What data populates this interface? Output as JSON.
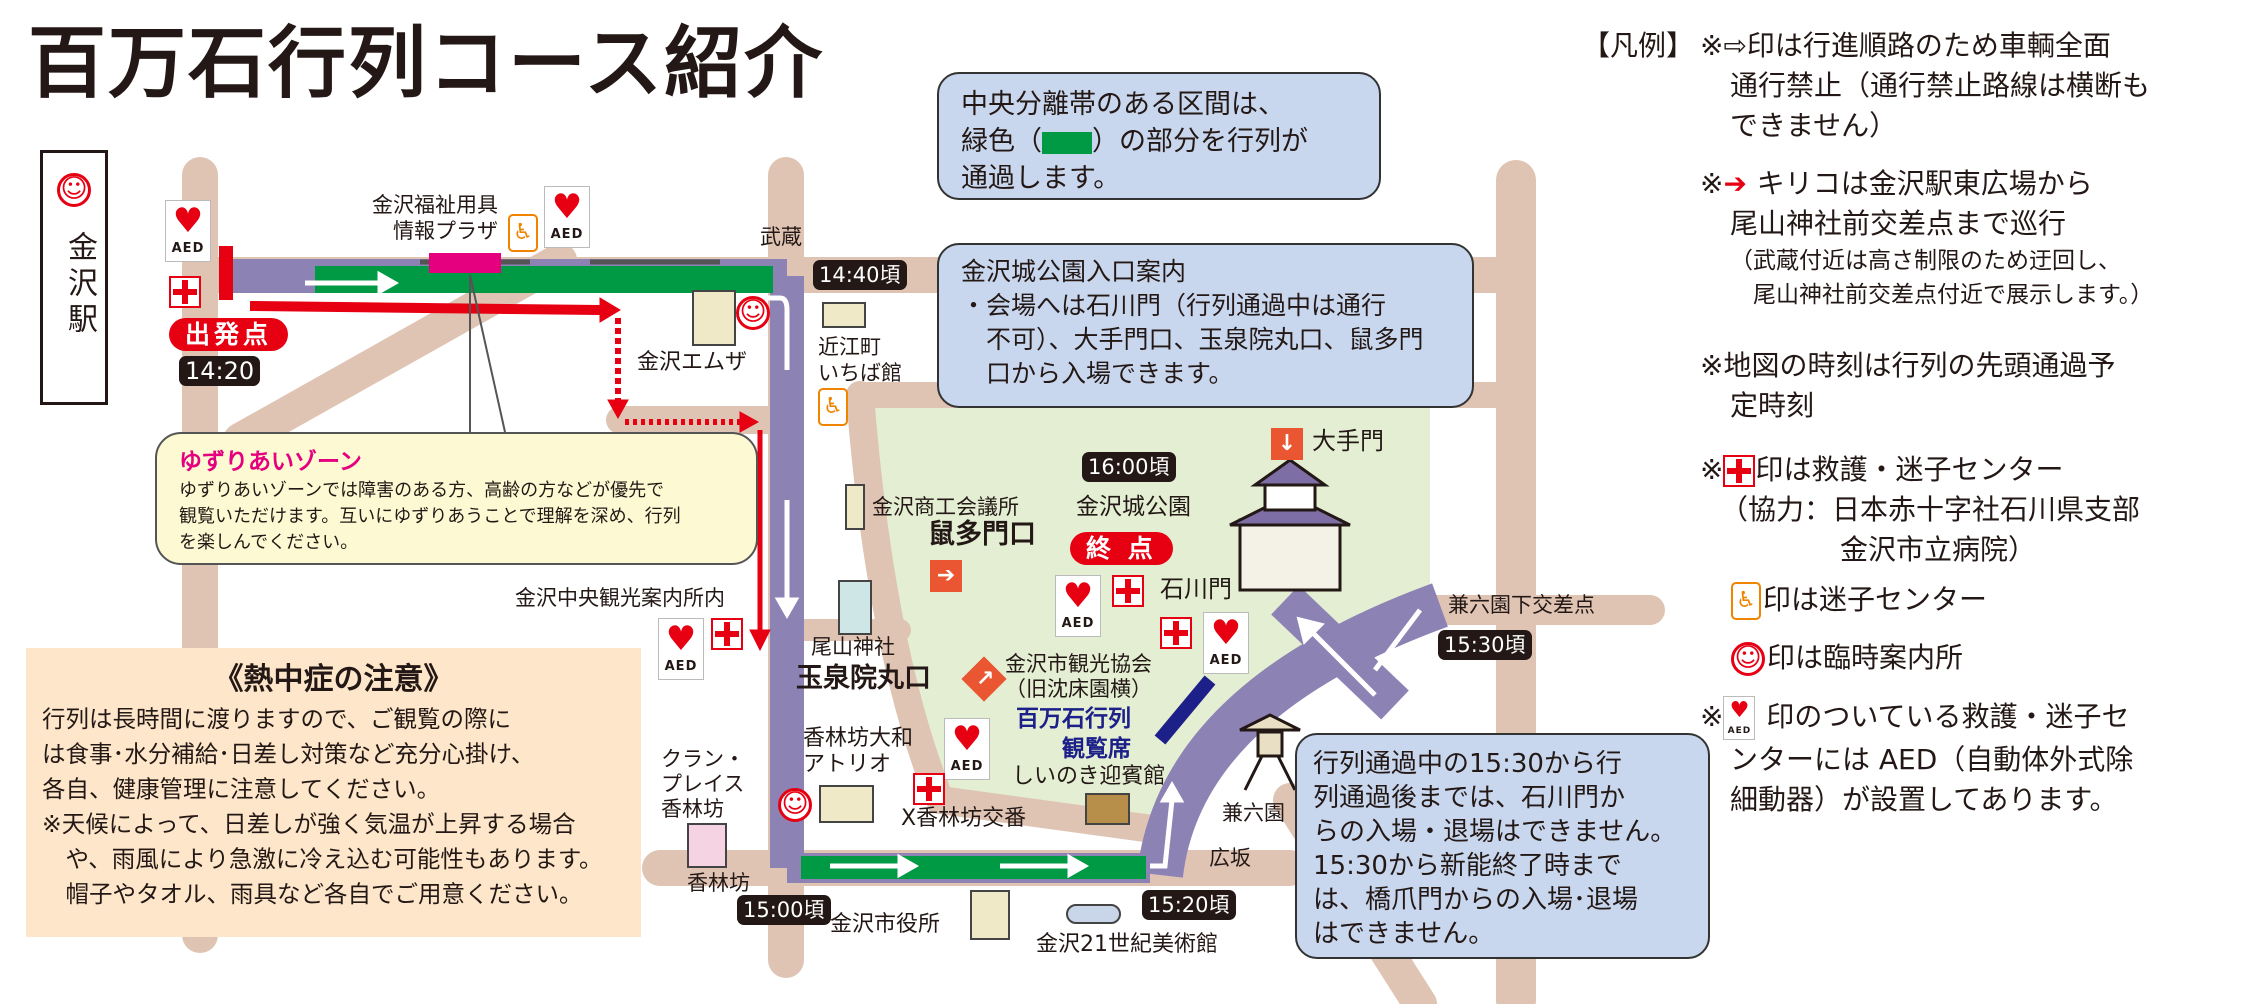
{
  "title": "百万石行列コース紹介",
  "colors": {
    "route": "#8c82b4",
    "road": "#dfc4b4",
    "median_green": "#009944",
    "kiriko_red": "#e60012",
    "park": "#e3eed3",
    "viewing_seats": "#1d2088"
  },
  "icons": {
    "aed": "aed-heart-icon",
    "first_aid": "red-cross-icon",
    "lost_child": "lost-child-center-icon",
    "info": "smiley-info-icon",
    "aed_label": "AED",
    "smile_glyph": "☺",
    "lost_glyph": "♿",
    "heart_glyph": "♥"
  },
  "station": {
    "name": "金沢駅"
  },
  "start": {
    "label": "出発点",
    "time": "14:20"
  },
  "end": {
    "label": "終 点"
  },
  "times": {
    "musashi": "14:40頃",
    "korinbo": "15:00頃",
    "hirosaka": "15:20頃",
    "kenrokuen": "15:30頃",
    "castle": "16:00頃"
  },
  "places": {
    "fukushi": [
      "金沢福祉用具",
      "情報プラザ"
    ],
    "musashi": "武蔵",
    "omicho": [
      "近江町",
      "いちば館"
    ],
    "mza": "金沢エムザ",
    "chuo_info": "金沢中央観光案内所内",
    "curan": [
      "クラン・",
      "プレイス",
      "香林坊"
    ],
    "korinbo": "香林坊",
    "shiyakusho": "金沢市役所",
    "museum21": "金沢21世紀美術館",
    "hirosaka": "広坂",
    "kenrokuen": "兼六園",
    "kenrokuen_shita": "兼六園下交差点",
    "otemon": "大手門",
    "castle_park": "金沢城公園",
    "ishikawamon": "石川門",
    "shokokaigisho": "金沢商工会議所",
    "nezumitamon": "鼠多門口",
    "oyama": "尾山神社",
    "gyokusenin": "玉泉院丸口",
    "kanko_kyokai": [
      "金沢市観光協会",
      "（旧沈床園横）"
    ],
    "seats": [
      "百万石行列",
      "観覧席"
    ],
    "daiwa": [
      "香林坊大和",
      "アトリオ"
    ],
    "koban": "X香林坊交番",
    "shiinoki": "しいのき迎賓館"
  },
  "notes": {
    "median": [
      "中央分離帯のある区間は、",
      "緑色（",
      "）の部分を行列が",
      "通過します。"
    ],
    "park_entry": [
      "金沢城公園入口案内",
      "・会場へは石川門（行列通過中は通行",
      "　不可）、大手門口、玉泉院丸口、鼠多門",
      "　口から入場できます。"
    ],
    "ishikawamon": [
      "行列通過中の15:30から行",
      "列通過後までは、石川門か",
      "らの入場・退場はできません。",
      "15:30から新能終了時まで",
      "は、橋爪門からの入場･退場",
      "はできません。"
    ]
  },
  "yuzuri": {
    "title": "ゆずりあいゾーン",
    "body": [
      "ゆずりあいゾーンでは障害のある方、高齢の方などが優先で",
      "観覧いただけます。互いにゆずりあうことで理解を深め、行列",
      "を楽しんでください。"
    ]
  },
  "heat": {
    "title": "《熱中症の注意》",
    "body": [
      "行列は長時間に渡りますので、ご観覧の際に",
      "は食事･水分補給･日差し対策など充分心掛け、",
      "各自、健康管理に注意してください。",
      "※天候によって、日差しが強く気温が上昇する場合",
      "　や、雨風により急激に冷え込む可能性もあります。",
      "　帽子やタオル、雨具など各自でご用意ください。"
    ]
  },
  "legend": {
    "heading": "【凡例】",
    "items": [
      {
        "lines": [
          "※⇨印は行進順路のため車輌全面",
          "通行禁止（通行禁止路線は横断も",
          "できません）"
        ]
      },
      {
        "lines": [
          "※",
          "キリコは金沢駅東広場から",
          "尾山神社前交差点まで巡行"
        ],
        "sub": [
          "（武蔵付近は高さ制限のため迂回し、",
          "　尾山神社前交差点付近で展示します。）"
        ]
      },
      {
        "lines": [
          "※地図の時刻は行列の先頭通過予",
          "定時刻"
        ]
      },
      {
        "lines": [
          "※",
          "印は救護・迷子センター",
          "（協力：日本赤十字社石川県支部",
          "金沢市立病院）"
        ]
      },
      {
        "lines": [
          "印は迷子センター"
        ]
      },
      {
        "lines": [
          "印は臨時案内所"
        ]
      },
      {
        "lines": [
          "※",
          "印のついている救護・迷子セ",
          "ンターには AED（自動体外式除",
          "細動器）が設置してあります。"
        ]
      }
    ]
  }
}
